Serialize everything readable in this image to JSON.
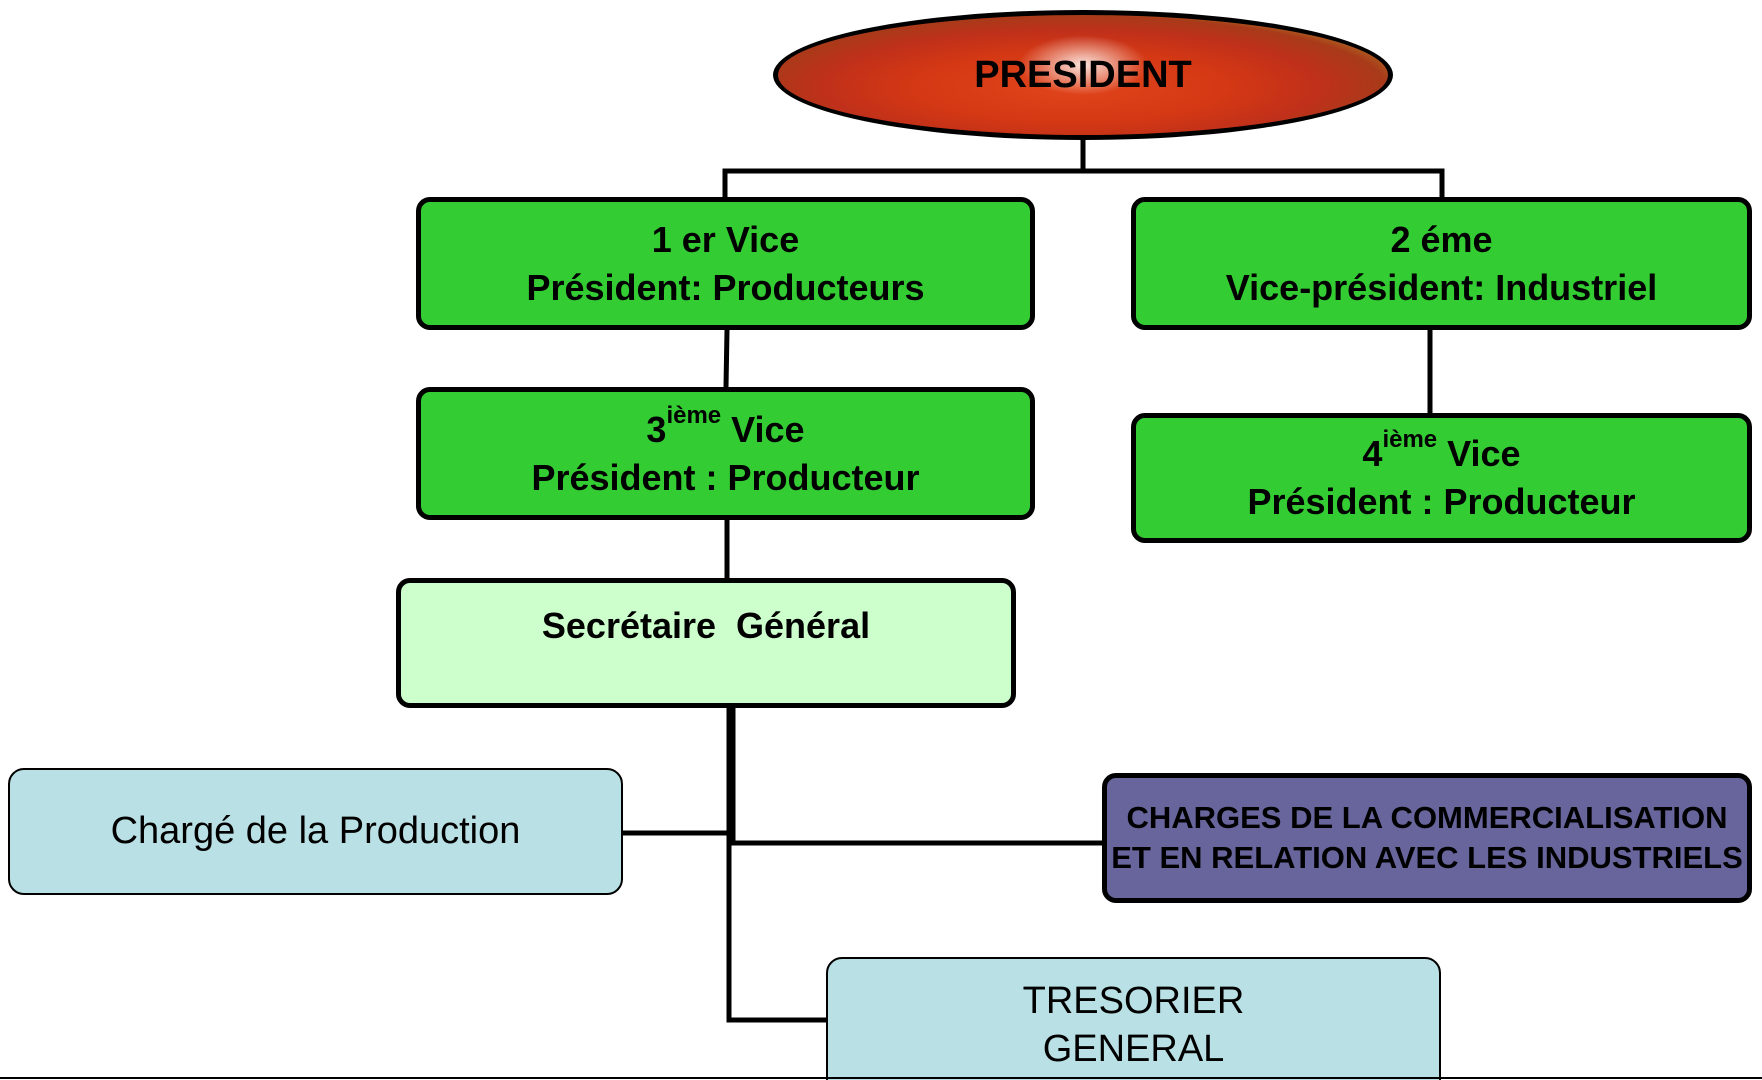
{
  "org_chart": {
    "president": {
      "label": "PRESIDENT"
    },
    "vp1": {
      "line1": "1 er Vice",
      "line2": "Président: Producteurs"
    },
    "vp2": {
      "line1": "2 éme",
      "line2": "Vice-président: Industriel"
    },
    "vp3": {
      "number": "3",
      "superscript": "ième",
      "line1_rest": " Vice",
      "line2": "Président : Producteur"
    },
    "vp4": {
      "number": "4",
      "superscript": "ième",
      "line1_rest": " Vice",
      "line2": "Président : Producteur"
    },
    "secretary": {
      "label": "Secrétaire  Général"
    },
    "production": {
      "label": "Chargé de la Production"
    },
    "commercial": {
      "line1": "CHARGES DE LA COMMERCIALISATION",
      "line2": "ET EN RELATION AVEC LES INDUSTRIELS"
    },
    "treasurer": {
      "line1": "TRESORIER",
      "line2": "GENERAL"
    }
  },
  "colors": {
    "vice_president_fill": "#33cc33",
    "secretary_fill": "#ccffcc",
    "staff_fill": "#b9e0e4",
    "commercial_fill": "#67659c",
    "president_fill": "#d43814",
    "connector": "#000000"
  }
}
